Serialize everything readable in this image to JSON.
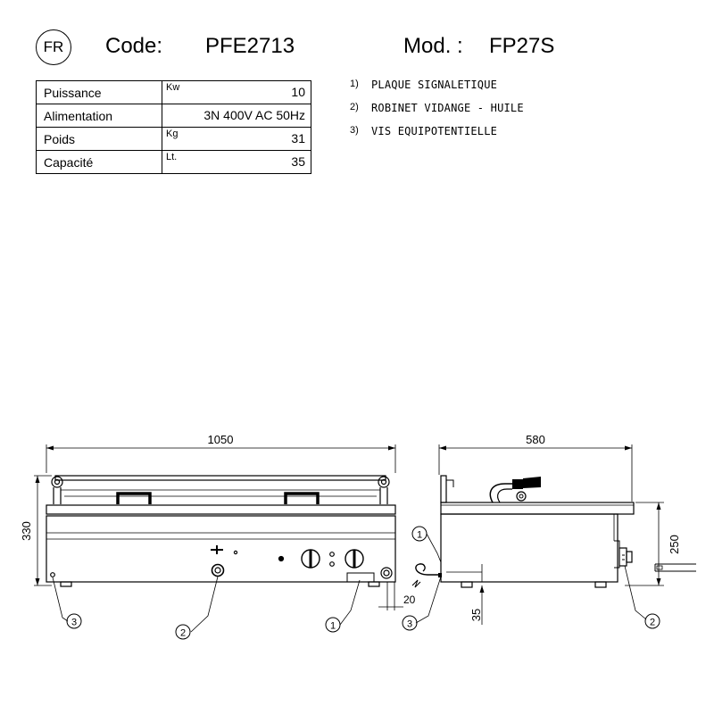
{
  "header": {
    "lang_badge": "FR",
    "code_label": "Code:",
    "code_value": "PFE2713",
    "model_label": "Mod. :",
    "model_value": "FP27S"
  },
  "specs": [
    {
      "label": "Puissance",
      "unit": "Kw",
      "value": "10"
    },
    {
      "label": "Alimentation",
      "unit": "",
      "value": "3N 400V AC 50Hz"
    },
    {
      "label": "Poids",
      "unit": "Kg",
      "value": "31"
    },
    {
      "label": "Capacité",
      "unit": "Lt.",
      "value": "35"
    }
  ],
  "notes": [
    {
      "num": "1)",
      "text": "PLAQUE SIGNALETIQUE"
    },
    {
      "num": "2)",
      "text": "ROBINET VIDANGE - HUILE"
    },
    {
      "num": "3)",
      "text": "VIS EQUIPOTENTIELLE"
    }
  ],
  "dimensions": {
    "front_width": "1050",
    "front_height": "330",
    "side_depth": "580",
    "side_height": "250",
    "side_offset": "20",
    "side_leg": "35"
  },
  "callouts": {
    "one": "1",
    "two": "2",
    "three": "3"
  }
}
